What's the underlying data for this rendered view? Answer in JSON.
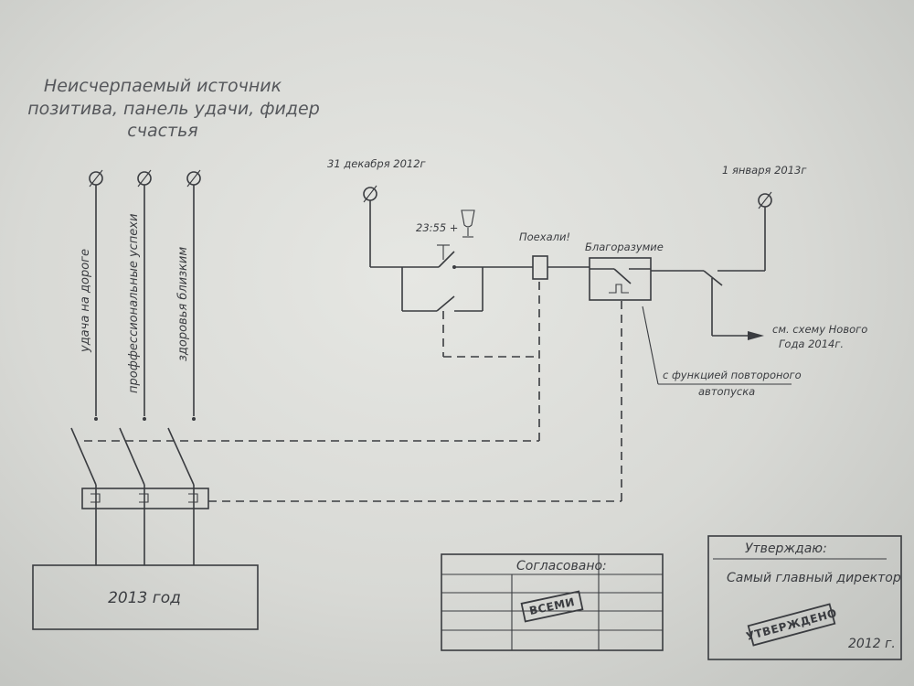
{
  "title_lines": [
    "Неисчерпаемый источник",
    "позитива, панель удачи, фидер",
    "счастья"
  ],
  "feeder_labels": [
    "удача на дороге",
    "проффессиональные успехи",
    "здоровья близким"
  ],
  "dates": {
    "start": "31 декабря 2012г",
    "end": "1 января 2013г"
  },
  "time_label": "23:55 +",
  "relay_label": "Поехали!",
  "block_label": "Благоразумие",
  "note_autostart": [
    "с функцией повтороного",
    "автопуска"
  ],
  "ref_note": [
    "см. схему Нового",
    "Года 2014г."
  ],
  "main_box_label": "2013 год",
  "agreed": {
    "header": "Согласовано:",
    "stamp": "ВСЕМИ"
  },
  "approved": {
    "header": "Утверждаю:",
    "person": "Самый главный директор",
    "stamp": "УТВЕРЖДЕНО",
    "year": "2012 г."
  },
  "colors": {
    "ink": "#3a3c40",
    "paper": "#e2e3df"
  }
}
